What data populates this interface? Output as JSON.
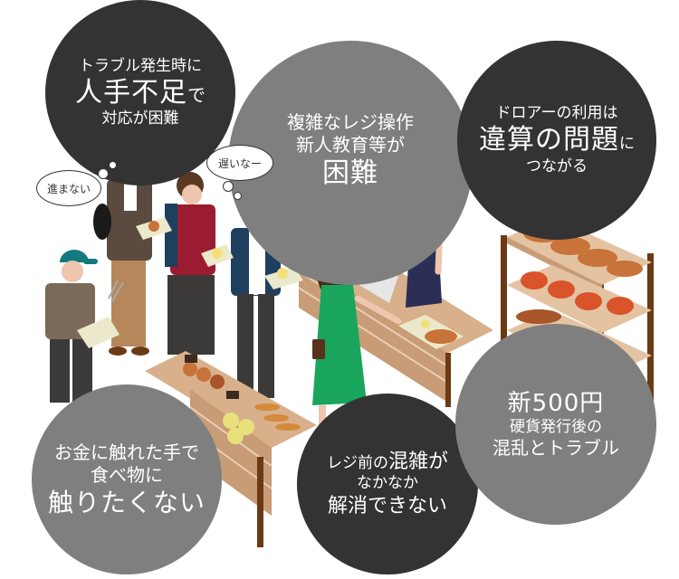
{
  "bubbles": {
    "top_left": {
      "line1": "トラブル発生時に",
      "line2_big": "人手不足",
      "line2_small": "で",
      "line3": "対応が困難",
      "color": "#333333"
    },
    "top_center": {
      "line1": "複雑なレジ操作",
      "line2": "新人教育等が",
      "line3_big": "困難",
      "color": "#7f7f7f"
    },
    "top_right": {
      "line1": "ドロアーの利用は",
      "line2_big": "違算の問題",
      "line2_small": "に",
      "line3": "つながる",
      "color": "#333333"
    },
    "bottom_left": {
      "line1": "お金に触れた手で",
      "line2": "食べ物に",
      "line3_big": "触りたくない",
      "color": "#7f7f7f"
    },
    "bottom_center": {
      "line1_small": "レジ前の",
      "line1_big": "混雑が",
      "line2": "なかなか",
      "line3_big": "解消できない",
      "color": "#333333"
    },
    "bottom_right": {
      "line1_big": "新500円",
      "line2": "硬貨発行後の",
      "line3": "混乱とトラブル",
      "color": "#7f7f7f"
    }
  },
  "thoughts": {
    "left": "進まない",
    "right": "遅いなー"
  },
  "illustration": {
    "scene": "bakery checkout line",
    "colors": {
      "counter": "#d8b08c",
      "counter_side": "#c79c76",
      "shelf_post": "#6b3a14",
      "bread": "#c8733a",
      "green_dress": "#1aa55c",
      "apron": "#2c2f55",
      "red_top": "#9b1b30",
      "navy_shirt": "#1f3f5e",
      "teal_cap": "#137a80"
    }
  }
}
